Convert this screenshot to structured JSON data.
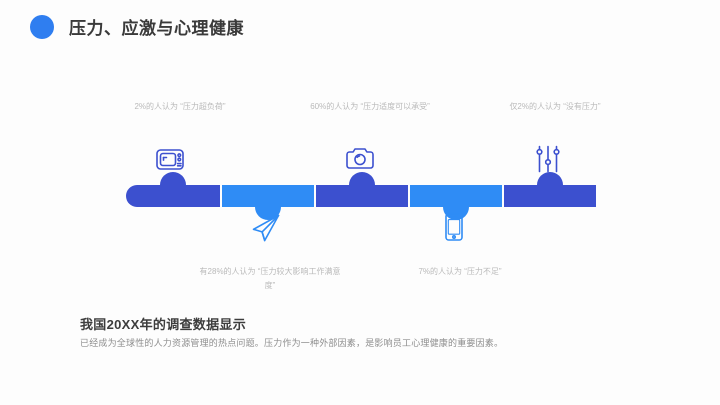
{
  "slide": {
    "background_color": "#fdfdfd",
    "title": "压力、应激与心理健康",
    "bullet_color": "#2f7ef0"
  },
  "colors": {
    "dark_blue": "#3c50cf",
    "light_blue": "#2f8cf5",
    "caption_gray": "#b9b9b9",
    "heading_gray": "#3d3d3d",
    "body_gray": "#8e8e8e"
  },
  "infographic": {
    "captions_top": [
      {
        "text": "2%的人认为 “压力超负荷”",
        "icon": "tv-monitor-icon",
        "color": "#3c50cf"
      },
      {
        "text": "60%的人认为 “压力适度可以承受”",
        "icon": "camera-icon",
        "color": "#3c50cf"
      },
      {
        "text": "仅2%的人认为 “没有压力”",
        "icon": "equalizer-sliders-icon",
        "color": "#3c50cf"
      }
    ],
    "captions_bottom": [
      {
        "text": "有28%的人认为 “压力较大影响工作满意度”",
        "icon": "paper-plane-icon",
        "color": "#2f8cf5"
      },
      {
        "text": "7%的人认为 “压力不足”",
        "icon": "smartphone-icon",
        "color": "#2f8cf5"
      }
    ],
    "segments": [
      {
        "variant": "dark",
        "bump": "up"
      },
      {
        "variant": "light",
        "bump": "down"
      },
      {
        "variant": "dark",
        "bump": "up"
      },
      {
        "variant": "light",
        "bump": "down"
      },
      {
        "variant": "dark",
        "bump": "up"
      }
    ]
  },
  "footer": {
    "heading": "我国20XX年的调查数据显示",
    "body": "已经成为全球性的人力资源管理的热点问题。压力作为一种外部因素，是影响员工心理健康的重要因素。"
  }
}
